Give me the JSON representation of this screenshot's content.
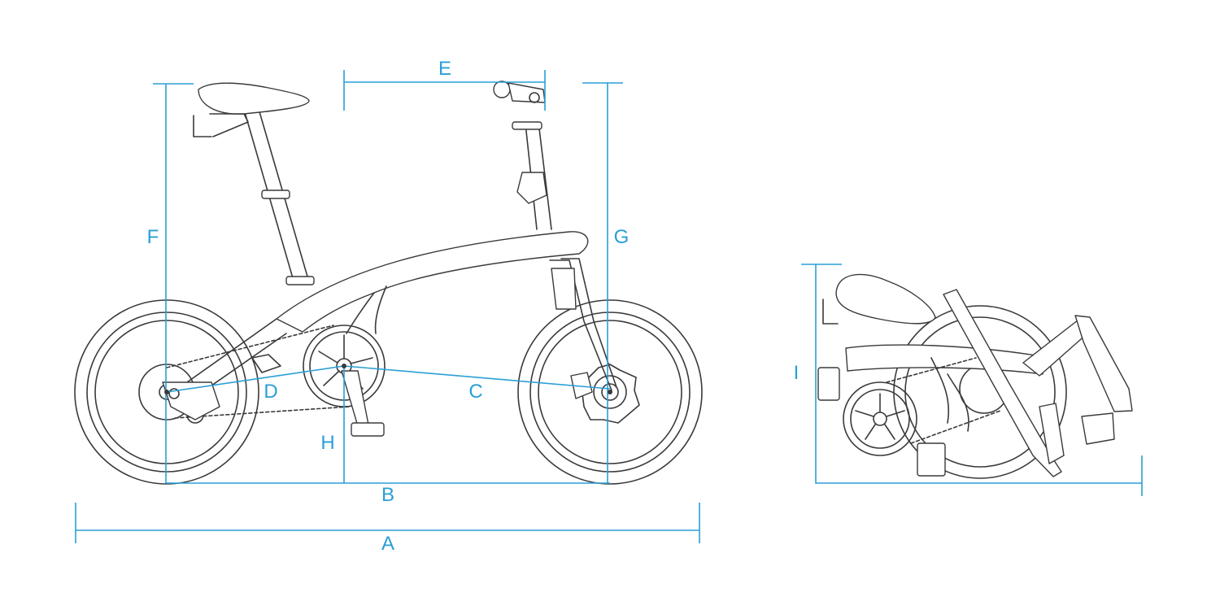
{
  "colors": {
    "dimension": "#2a9fd6",
    "drawing": "#3a3a3a",
    "background": "#ffffff"
  },
  "labels": {
    "A": "A",
    "B": "B",
    "C": "C",
    "D": "D",
    "E": "E",
    "F": "F",
    "G": "G",
    "H": "H",
    "I": "I"
  }
}
